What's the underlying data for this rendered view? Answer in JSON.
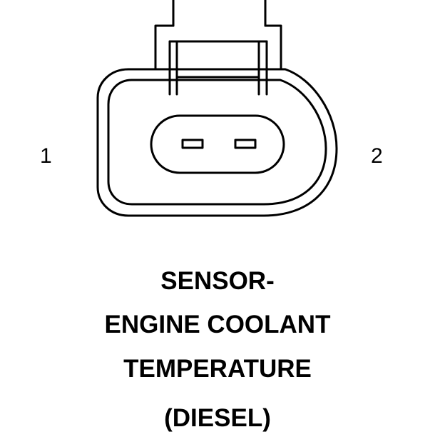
{
  "diagram": {
    "pins": [
      {
        "label": "1"
      },
      {
        "label": "2"
      }
    ],
    "caption": [
      "SENSOR-",
      "ENGINE COOLANT",
      "TEMPERATURE",
      "(DIESEL)"
    ],
    "colors": {
      "line": "#000000",
      "background": "#ffffff"
    }
  }
}
